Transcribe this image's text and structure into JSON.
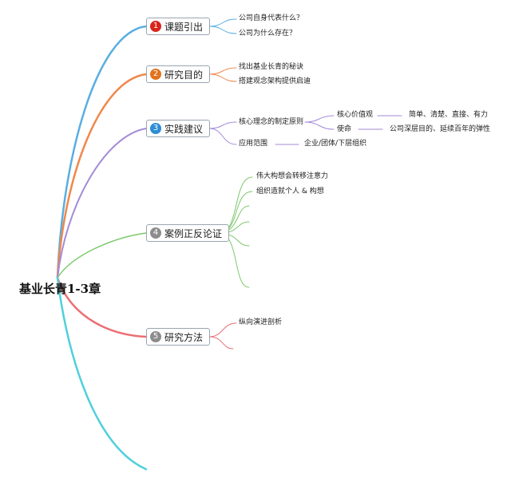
{
  "root": {
    "title": "基业长青1-3章"
  },
  "branches": [
    {
      "num": "1",
      "label": "课题引出",
      "color": "#5aaee0",
      "badge": "#d8251d",
      "items": [
        "公司自身代表什么？",
        "公司为什么存在？"
      ]
    },
    {
      "num": "2",
      "label": "研究目的",
      "color": "#f0874c",
      "badge": "#e2731e",
      "items": [
        "找出基业长青的秘诀",
        "搭建观念架构提供启迪"
      ]
    },
    {
      "num": "3",
      "label": "实践建议",
      "color": "#a48ad8",
      "badge": "#2d8cd6",
      "items": [
        "核心理念的制定原则",
        "应用范围"
      ],
      "sub": [
        "核心价值观",
        "使命",
        "简单、清楚、直接、有力",
        "公司深层目的、延续百年的弹性",
        "企业/团体/下层组织"
      ]
    },
    {
      "num": "4",
      "label": "案例正反论证",
      "color": "#7cc96b",
      "badge": "#8c8c8c",
      "items": [
        "伟大构想会转移注意力",
        "组织造就个人 & 构想"
      ]
    },
    {
      "num": "5",
      "label": "研究方法",
      "color": "#ec6e74",
      "badge": "#8c8c8c",
      "items": [
        "纵向演进剖析"
      ]
    }
  ],
  "colors": {
    "bottom_branch": "#4fd0dc",
    "node_border": "#9aa5b1"
  }
}
